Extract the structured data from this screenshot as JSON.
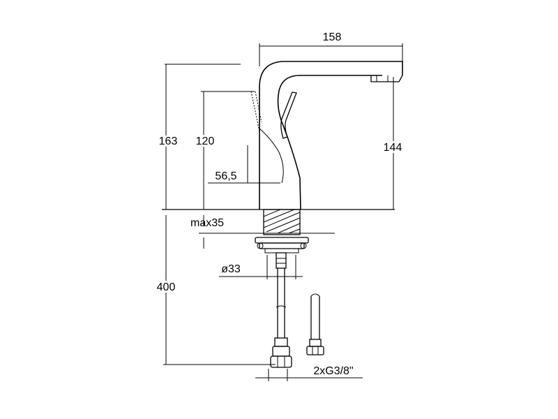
{
  "dimensions": {
    "width_top": "158",
    "height_total": "163",
    "height_lever": "120",
    "spout_height": "144",
    "lever_offset": "56,5",
    "max_thickness": "max35",
    "hole_diameter": "ø33",
    "hose_length": "400",
    "connections": "2xG3/8\""
  }
}
